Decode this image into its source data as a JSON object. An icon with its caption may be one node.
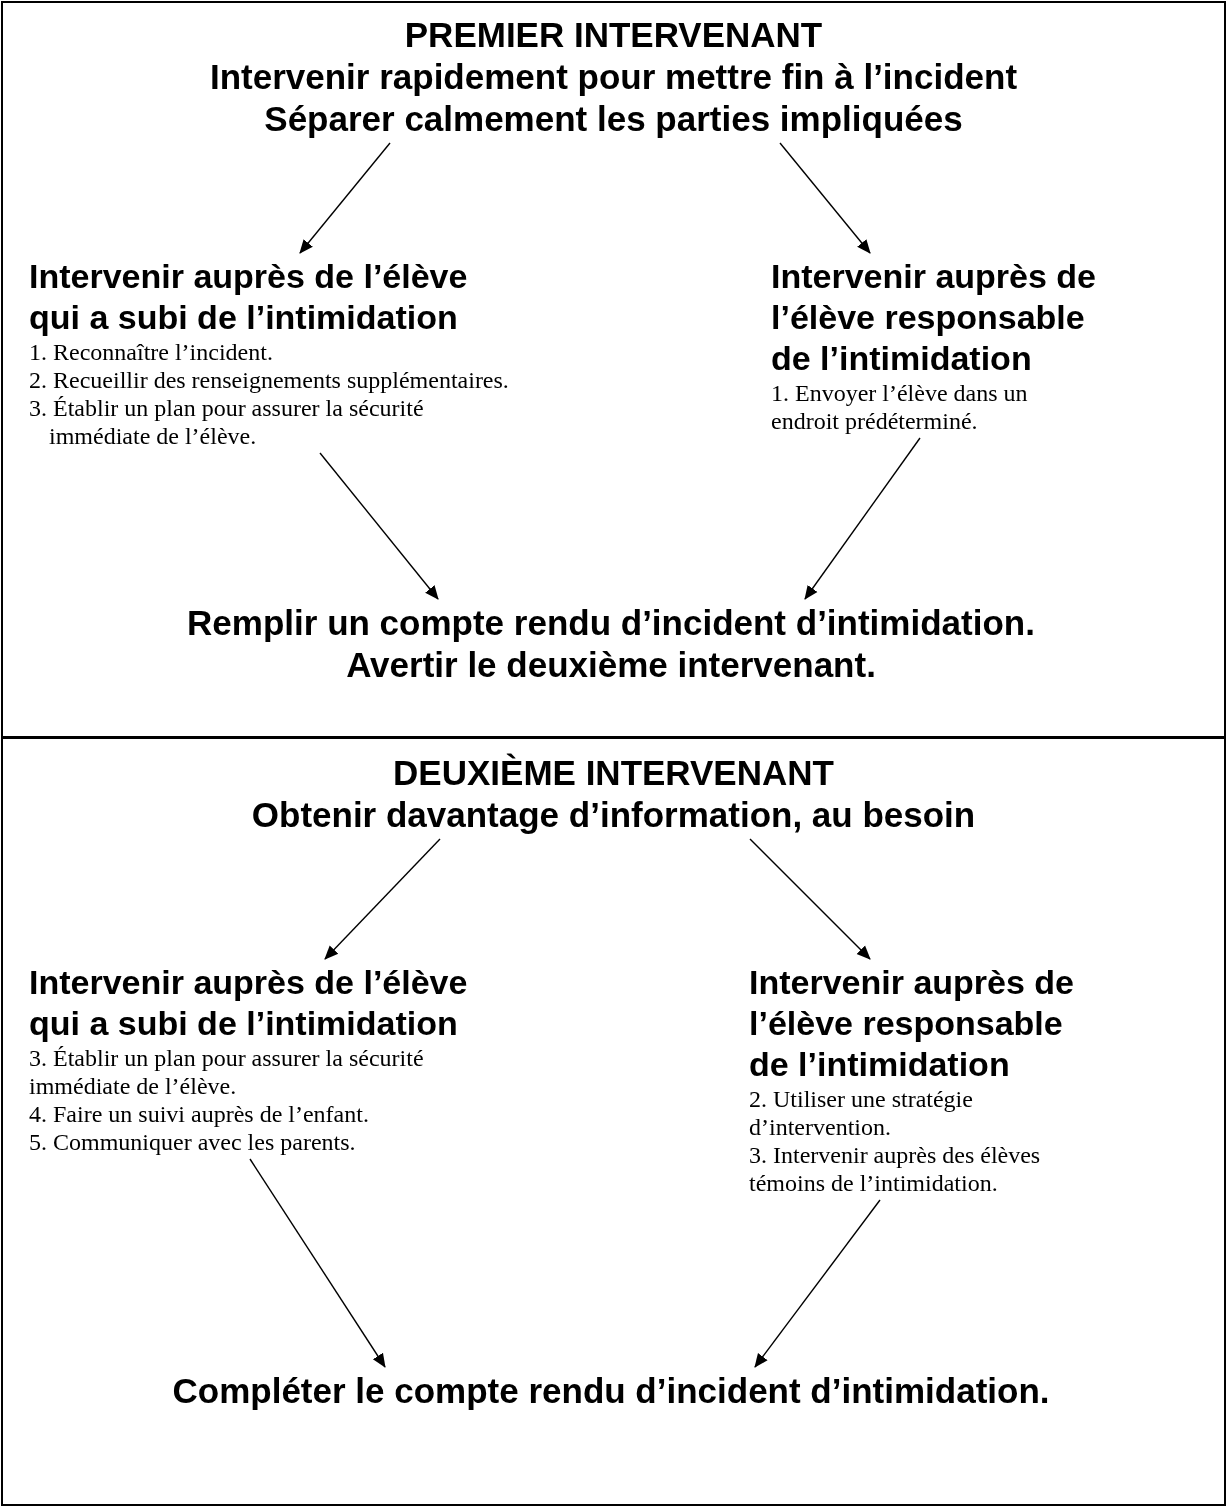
{
  "diagram": {
    "nodes": [
      {
        "text": [],
        "shape": "box"
      },
      {
        "text": [
          "PREMIER INTERVENANT",
          "Intervenir rapidement pour mettre fin à l’incident",
          "Séparer calmement les parties impliquées"
        ],
        "in": 0
      },
      {
        "text": [
          "Intervenir auprès de l’élève qui a subi de l’intimidation",
          "1. Reconnaître l’incident.",
          "2. Recueillir des renseignements supplémentaires.",
          "3. Établir un plan pour assurer la sécurité immédiate de l’élève."
        ],
        "in": 0
      },
      {
        "text": [
          "Intervenir auprès de l’élève responsable de l’intimidation",
          "1. Envoyer l’élève dans un endroit prédéterminé."
        ],
        "in": 0
      },
      {
        "text": [
          "Remplir un compte rendu d’incident d’intimidation.",
          "Avertir le deuxième intervenant."
        ],
        "in": 0
      },
      {
        "text": [],
        "shape": "box"
      },
      {
        "text": [
          "DEUXIÈME INTERVENANT",
          "Obtenir davantage d’information, au besoin"
        ],
        "in": 5
      },
      {
        "text": [
          "Intervenir auprès de l’élève qui a subi de l’intimidation",
          "3. Établir un plan pour assurer la sécurité immédiate de l’élève.",
          "4. Faire un suivi auprès de l’enfant.",
          "5. Communiquer avec les parents."
        ],
        "in": 5
      },
      {
        "text": [
          "Intervenir auprès de l’élève responsable de l’intimidation",
          "2. Utiliser une stratégie d’intervention.",
          "3. Intervenir auprès des élèves témoins de l’intimidation."
        ],
        "in": 5
      },
      {
        "text": [
          "Compléter le compte rendu d’incident d’intimidation."
        ],
        "in": 5
      }
    ],
    "edges": [
      {
        "from": 1,
        "to": 2,
        "arrow": "to"
      },
      {
        "from": 1,
        "to": 3,
        "arrow": "to"
      },
      {
        "from": 2,
        "to": 4,
        "arrow": "to"
      },
      {
        "from": 3,
        "to": 4,
        "arrow": "to"
      },
      {
        "from": 6,
        "to": 7,
        "arrow": "to"
      },
      {
        "from": 6,
        "to": 8,
        "arrow": "to"
      },
      {
        "from": 7,
        "to": 9,
        "arrow": "to"
      },
      {
        "from": 8,
        "to": 9,
        "arrow": "to"
      }
    ]
  }
}
